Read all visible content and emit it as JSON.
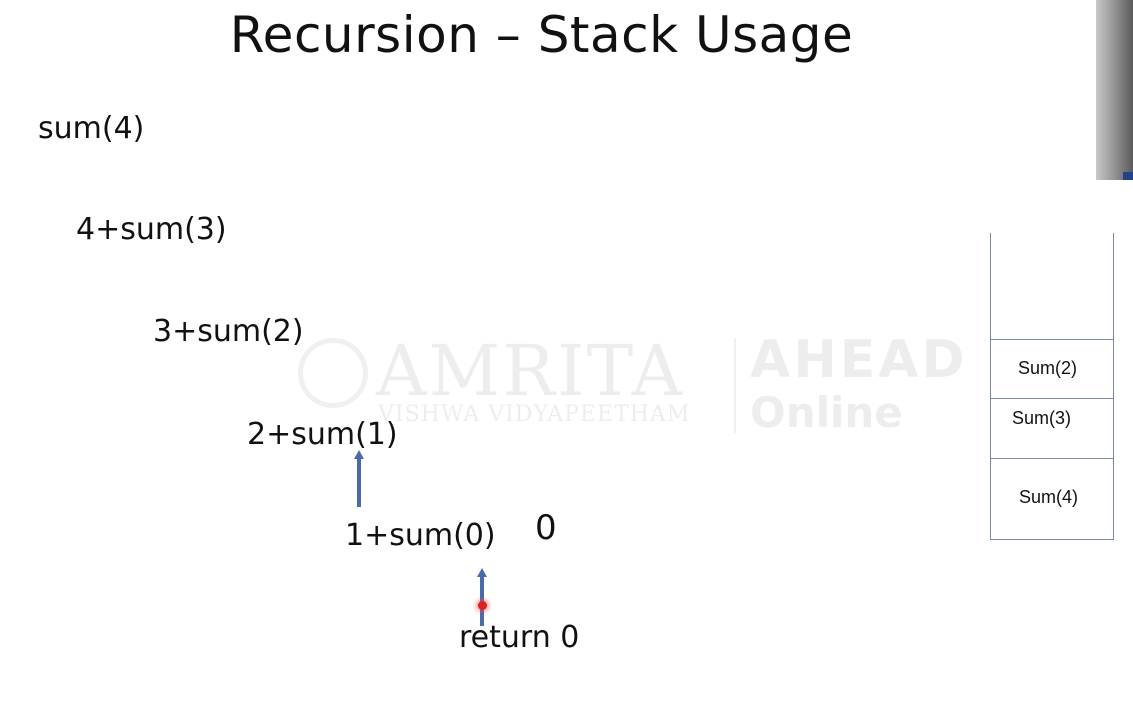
{
  "slide": {
    "title": "Recursion – Stack Usage"
  },
  "trace": {
    "steps": [
      "sum(4)",
      "4+sum(3)",
      "3+sum(2)",
      "2+sum(1)",
      "1+sum(0)",
      "return 0"
    ],
    "returned_value": "0"
  },
  "stack": {
    "frames": [
      "Sum(2)",
      "Sum(3)",
      "Sum(4)"
    ]
  },
  "watermark": {
    "main": "AMRITA",
    "sub": "VISHWA VIDYAPEETHAM",
    "brand": "AHEAD",
    "brand_sub": "Online"
  },
  "colors": {
    "arrow": "#4a6aa8",
    "stack_border": "#7a8aa6",
    "pointer": "#e02020"
  }
}
